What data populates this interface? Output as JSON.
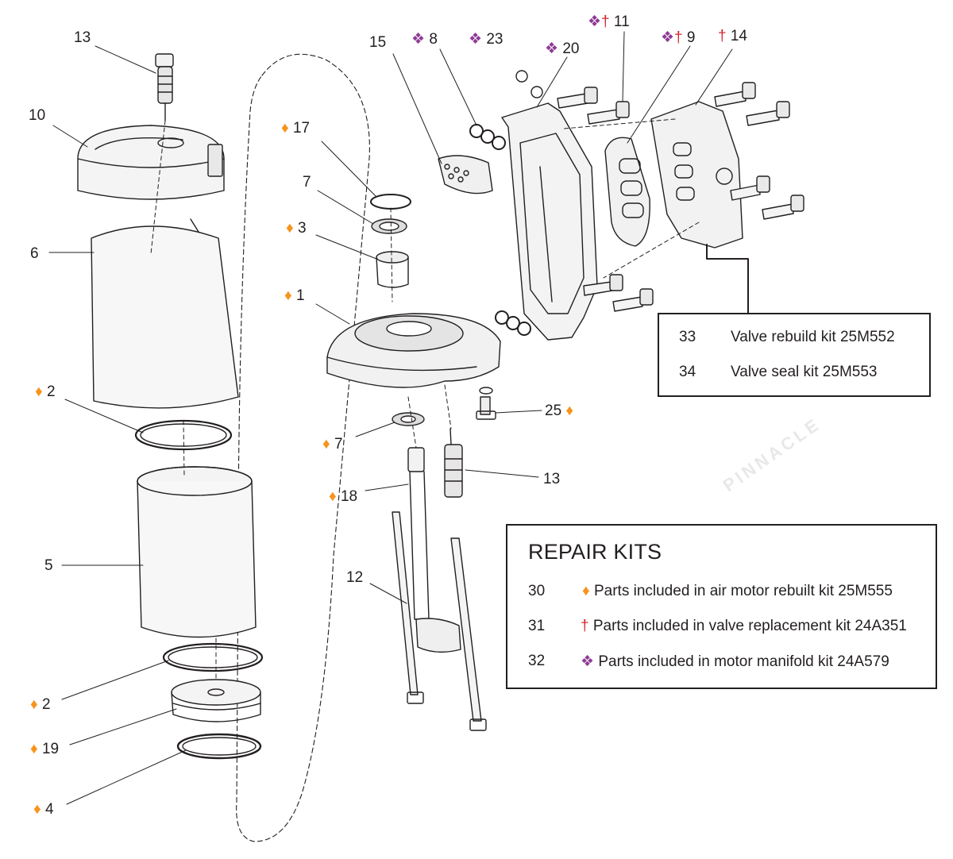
{
  "callouts": {
    "c13_top": "13",
    "c10": "10",
    "c6": "6",
    "c2_mid": "2",
    "c5": "5",
    "c2_low": "2",
    "c19": "19",
    "c4": "4",
    "c17": "17",
    "c7_top": "7",
    "c3": "3",
    "c1": "1",
    "c7_low": "7",
    "c18": "18",
    "c12": "12",
    "c13_mid": "13",
    "c25": "25",
    "c15": "15",
    "c8": "8",
    "c23": "23",
    "c20": "20",
    "c11": "11",
    "c9": "9",
    "c14": "14"
  },
  "symbols": {
    "diamond": "♦",
    "dagger": "†",
    "clover": "❖"
  },
  "valve_kits": {
    "rows": [
      {
        "num": "33",
        "text": "Valve rebuild kit 25M552"
      },
      {
        "num": "34",
        "text": "Valve seal kit 25M553"
      }
    ]
  },
  "repair_kits": {
    "title": "REPAIR KITS",
    "rows": [
      {
        "num": "30",
        "text": "Parts included in air motor rebuilt kit 25M555"
      },
      {
        "num": "31",
        "text": "Parts included in valve replacement kit 24A351"
      },
      {
        "num": "32",
        "text": "Parts included in motor manifold kit 24A579"
      }
    ]
  },
  "watermark": "PINNACLE"
}
